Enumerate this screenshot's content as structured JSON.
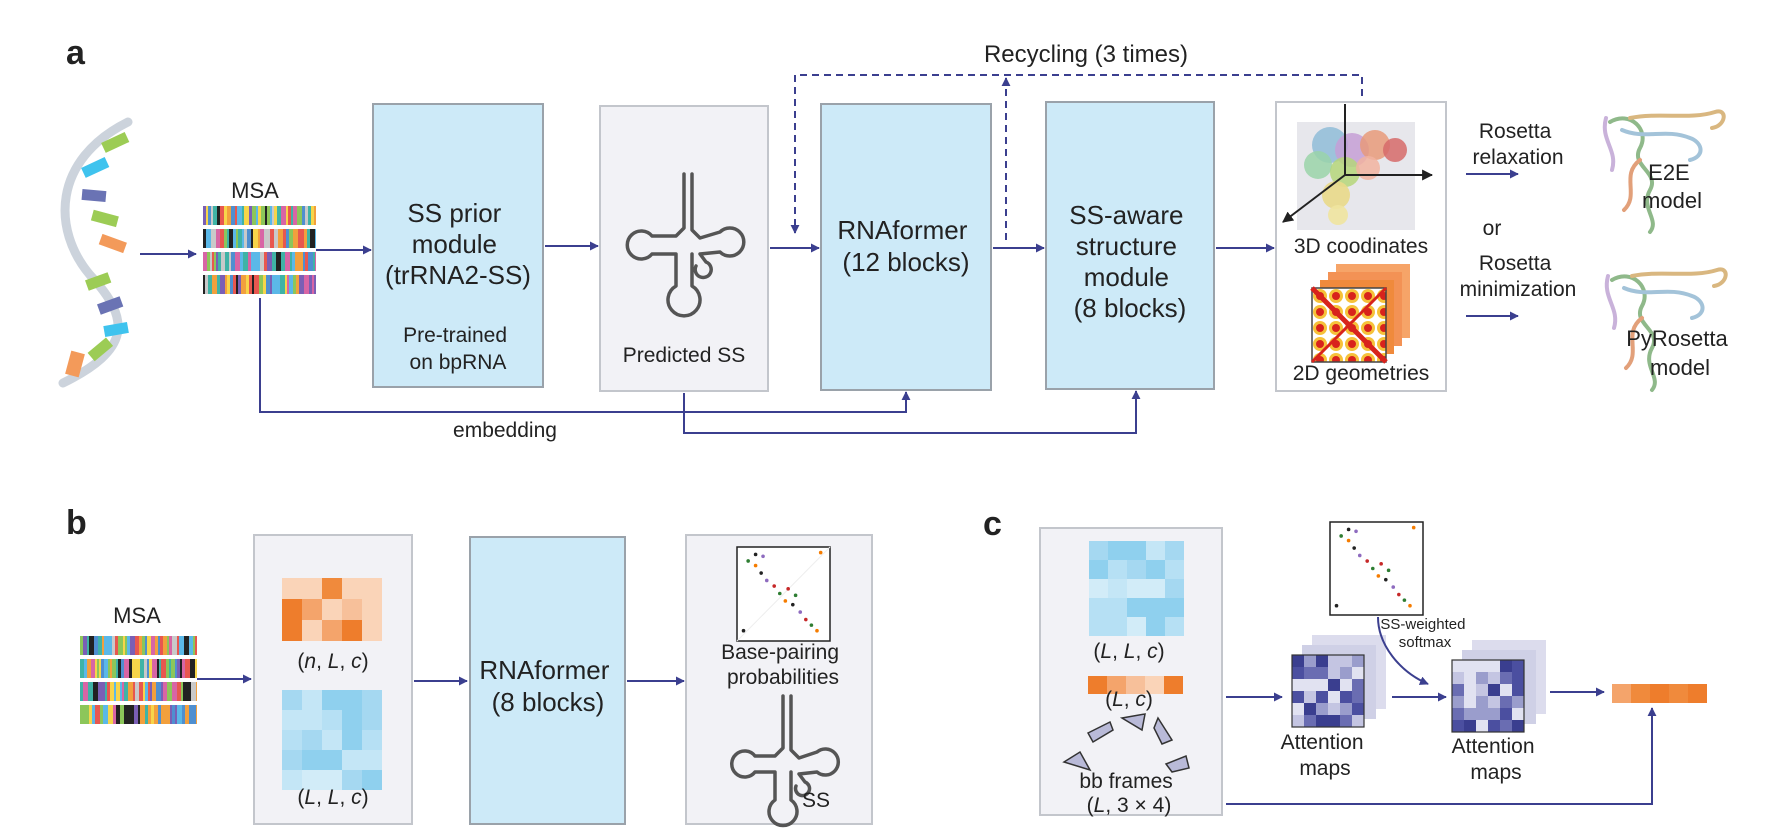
{
  "panels": {
    "a": "a",
    "b": "b",
    "c": "c"
  },
  "colors": {
    "arrow": "#3b3f8f",
    "module_fill": "#cdeaf8",
    "panel_fill": "#f2f2f6",
    "orange": "#f08a3c",
    "light_blue": "#8fd0ee"
  },
  "panel_a": {
    "recycling": "Recycling (3 times)",
    "msa": "MSA",
    "ss_prior": [
      "SS prior",
      "module",
      "(trRNA2-SS)"
    ],
    "pretrained": [
      "Pre-trained",
      "on bpRNA"
    ],
    "predicted_ss": "Predicted SS",
    "rnaformer": [
      "RNAformer",
      "(12 blocks)"
    ],
    "ss_aware": [
      "SS-aware",
      "structure",
      "module",
      "(8 blocks)"
    ],
    "coords": "3D coodinates",
    "geometries": "2D geometries",
    "rosetta_relax": [
      "Rosetta",
      "relaxation"
    ],
    "or": "or",
    "rosetta_min": [
      "Rosetta",
      "minimization"
    ],
    "e2e": [
      "E2E",
      "model"
    ],
    "pyrosetta": [
      "PyRosetta",
      "model"
    ],
    "embedding": "embedding"
  },
  "panel_b": {
    "msa": "MSA",
    "nlc": [
      "(",
      "n",
      ", ",
      "L",
      ", ",
      "c",
      ")"
    ],
    "llc": [
      "(",
      "L",
      ", ",
      "L",
      ", ",
      "c",
      ")"
    ],
    "rnaformer": [
      "RNAformer",
      "(8 blocks)"
    ],
    "bpp": [
      "Base-pairing",
      "probabilities"
    ],
    "ss": "SS"
  },
  "panel_c": {
    "llc": [
      "(",
      "L",
      ", ",
      "L",
      ", ",
      "c",
      ")"
    ],
    "lc": [
      "(",
      "L",
      ", ",
      "c",
      ")"
    ],
    "bb_frames": "bb frames",
    "l34": [
      "(",
      "L",
      ", 3 × 4)"
    ],
    "ss_weighted": [
      "SS-weighted",
      "softmax"
    ],
    "attention1": [
      "Attention",
      "maps"
    ],
    "attention2": [
      "Attention",
      "maps"
    ]
  }
}
